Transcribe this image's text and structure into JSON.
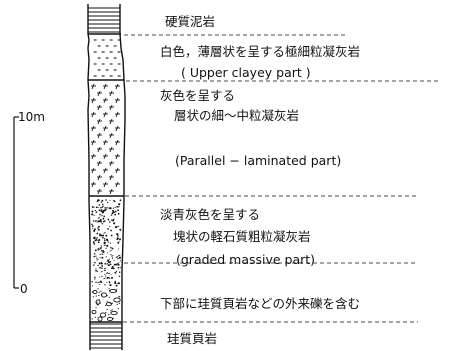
{
  "scale": {
    "top_label": "10m",
    "bottom_label": "0"
  },
  "units": [
    {
      "id": "hard-mudstone",
      "lines": [
        "硬質泥岩"
      ]
    },
    {
      "id": "upper-clayey",
      "lines": [
        "白色，薄層状を呈する極細粒凝灰岩",
        "( Upper clayey part )"
      ]
    },
    {
      "id": "parallel-laminated",
      "lines": [
        "灰色を呈する",
        "層状の細～中粒凝灰岩",
        "(Parallel − laminated part)"
      ]
    },
    {
      "id": "graded-massive",
      "lines": [
        "淡青灰色を呈する",
        "塊状の軽石質粗粒凝灰岩",
        "(graded massive part)"
      ]
    },
    {
      "id": "basal",
      "lines": [
        "下部に珪質頁岩などの外来礫を含む"
      ]
    },
    {
      "id": "siliceous-shale",
      "lines": [
        "珪質頁岩"
      ]
    }
  ],
  "colors": {
    "ink": "#111111",
    "paper": "#ffffff"
  }
}
